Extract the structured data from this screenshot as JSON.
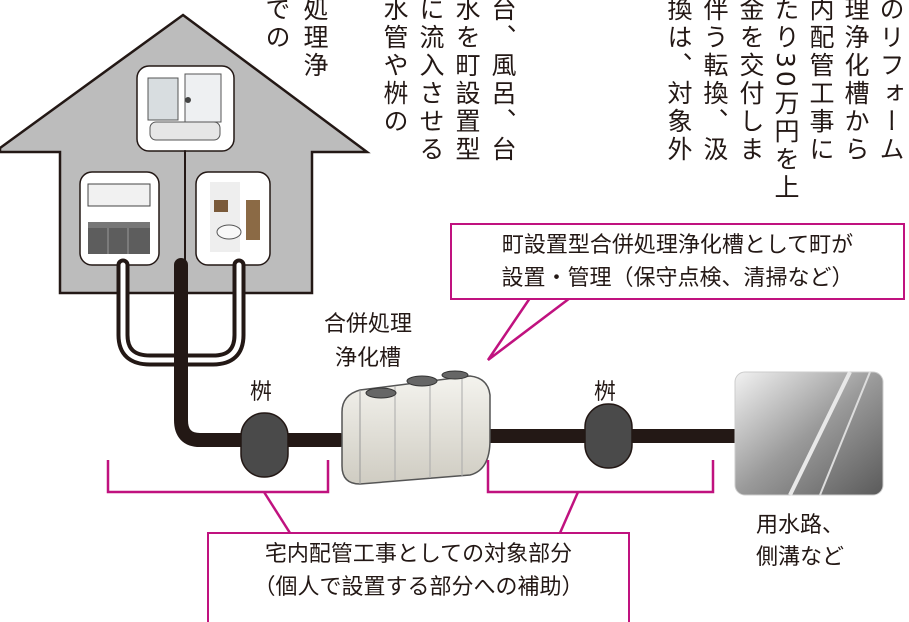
{
  "colors": {
    "accent": "#c0127f",
    "house_fill": "#bcbcbc",
    "pipe": "#231815",
    "tank": "#e8e6e0",
    "basin": "#4a4a4a"
  },
  "icons": [
    "bathroom-photo",
    "kitchen-photo",
    "toilet-photo",
    "septic-tank-illustration",
    "canal-photo"
  ],
  "vertical_text": {
    "col1": "のリフォーム",
    "col2": "理浄化槽から",
    "col3": "内配管工事に",
    "col4": "たり30万円を上",
    "col5": "金を交付しま",
    "col6": "伴う転換、汲",
    "col7": "換は、対象外",
    "col8": "台、風呂、台",
    "col9": "水を町設置型",
    "col10": "に流入させる",
    "col11": "水管や桝の",
    "col12": "処理浄",
    "col13": "での"
  },
  "labels": {
    "tank": [
      "合併処理",
      "浄化槽"
    ],
    "basin_left": "桝",
    "basin_right": "桝",
    "outlet": [
      "用水路、",
      "側溝など"
    ]
  },
  "callouts": {
    "top_right": [
      "町設置型合併処理浄化槽として町が",
      "設置・管理（保守点検、清掃など）"
    ],
    "bottom": [
      "宅内配管工事としての対象部分",
      "（個人で設置する部分への補助）"
    ]
  }
}
